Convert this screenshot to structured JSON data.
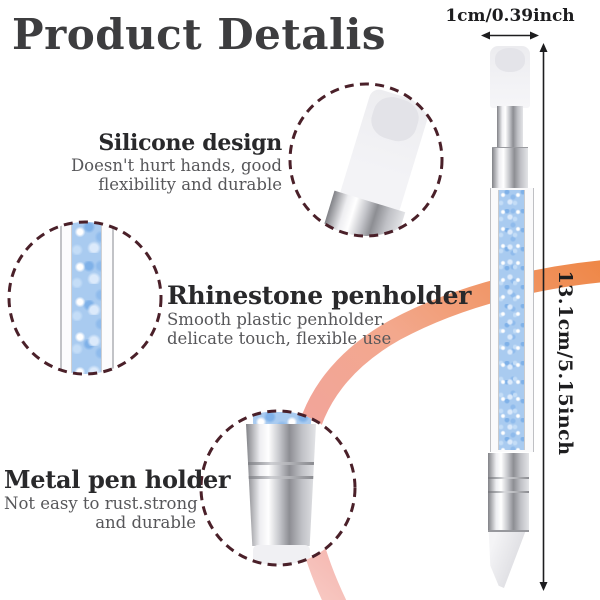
{
  "title": "Product Detalis",
  "measurements": {
    "width_label": "1cm/0.39inch",
    "length_label": "13.1cm/5.15inch"
  },
  "callouts": {
    "silicone": {
      "heading": "Silicone design",
      "desc1": "Doesn't hurt hands, good",
      "desc2": "flexibility and durable"
    },
    "rhinestone": {
      "heading": "Rhinestone penholder",
      "desc1": "Smooth plastic penholder.",
      "desc2": "delicate touch, flexible use"
    },
    "metal": {
      "heading": "Metal pen holder",
      "desc1": "Not easy to rust.strong",
      "desc2": "and durable"
    }
  },
  "colors": {
    "ink": "#3d3d3f",
    "heading": "#29292b",
    "subtext": "#57575a",
    "dash": "#4a2029",
    "swoosh-orange": "#ee8440",
    "swoosh-peach": "#f3a88d",
    "swoosh-pink": "#f2a49c",
    "swoosh-pink-light": "#f8cbc5",
    "rhinestone-blue": "#a9cbf0",
    "measure": "#1d1d1f"
  }
}
